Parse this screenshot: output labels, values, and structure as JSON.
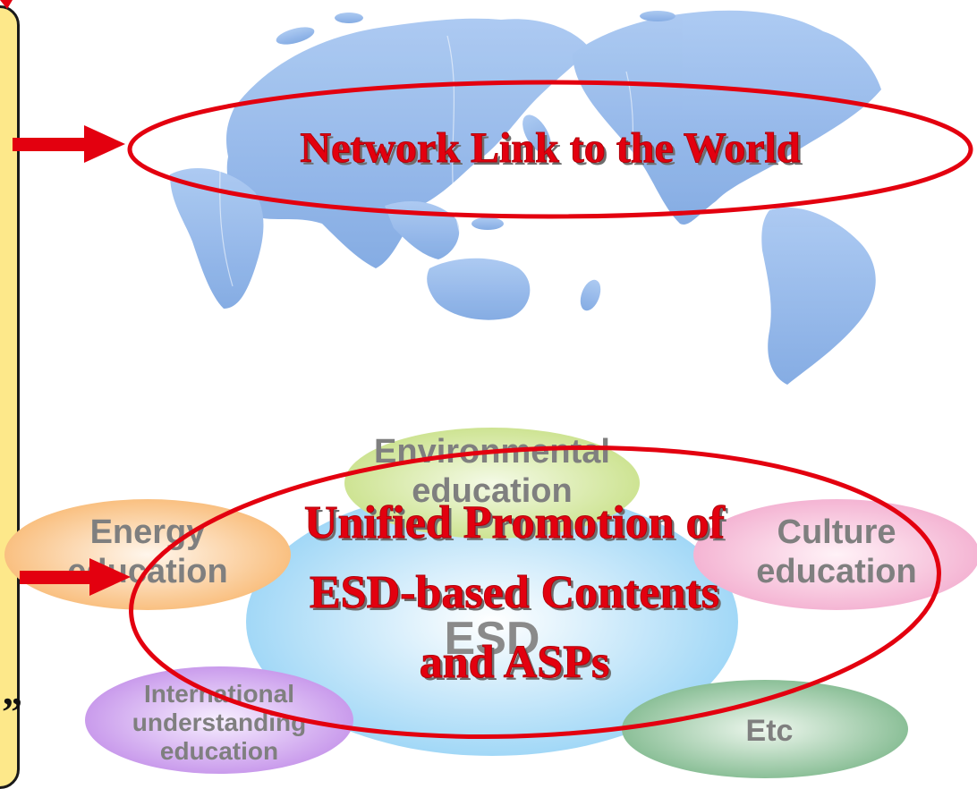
{
  "top_banner": {
    "title": "Network Link to the World"
  },
  "esd_diagram": {
    "center_label": "ESD",
    "topics": {
      "environmental": "Environmental education",
      "energy": "Energy education",
      "culture": "Culture education",
      "international": "International understanding education",
      "etc": "Etc"
    },
    "title_line1": "Unified Promotion of",
    "title_line2": "ESD-based Contents",
    "title_line3": "and ASPs"
  },
  "sidebar": {
    "quote_glyph": "”"
  },
  "colors": {
    "accent_red": "#e3000f",
    "map_blue": "#8fb6ea",
    "sidebar_yellow": "#fde88a",
    "label_gray": "#7f7f7f"
  }
}
